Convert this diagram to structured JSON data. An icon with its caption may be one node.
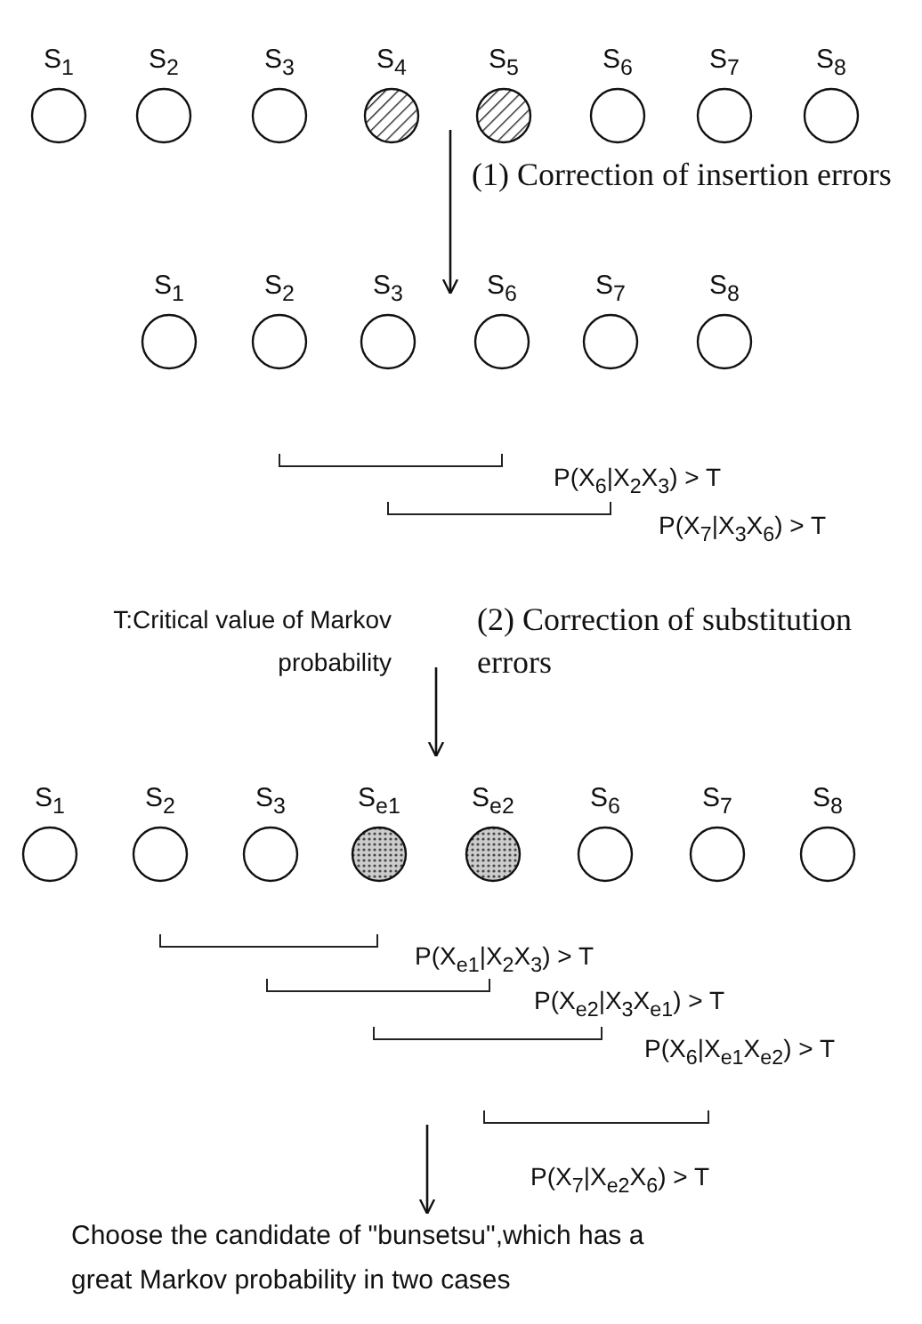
{
  "diagram": {
    "nodes": [
      {
        "text": [
          "S$_{1}$"
        ]
      },
      {
        "text": [
          "S$_{2}$"
        ]
      },
      {
        "text": [
          "S$_{3}$"
        ]
      },
      {
        "text": [
          "S$_{4}$"
        ]
      },
      {
        "text": [
          "S$_{5}$"
        ]
      },
      {
        "text": [
          "S$_{6}$"
        ]
      },
      {
        "text": [
          "S$_{7}$"
        ]
      },
      {
        "text": [
          "S$_{8}$"
        ]
      },
      {
        "text": [
          "S$_{1}$"
        ]
      },
      {
        "text": [
          "S$_{2}$"
        ]
      },
      {
        "text": [
          "S$_{3}$"
        ]
      },
      {
        "text": [
          "S$_{6}$"
        ]
      },
      {
        "text": [
          "S$_{7}$"
        ]
      },
      {
        "text": [
          "S$_{8}$"
        ]
      },
      {
        "text": [
          "S$_{1}$"
        ]
      },
      {
        "text": [
          "S$_{2}$"
        ]
      },
      {
        "text": [
          "S$_{3}$"
        ]
      },
      {
        "text": [
          "S$_{e1}$"
        ]
      },
      {
        "text": [
          "S$_{e2}$"
        ]
      },
      {
        "text": [
          "S$_{6}$"
        ]
      },
      {
        "text": [
          "S$_{7}$"
        ]
      },
      {
        "text": [
          "S$_{8}$"
        ]
      },
      {
        "text": [
          "Choose the candidate of \"bunsetsu\",which has a great Markov probability in two cases"
        ]
      }
    ],
    "edges": [
      {
        "from": null,
        "to": 22,
        "arrow": "to"
      }
    ],
    "labels": [
      "(1) Correction of insertion errors",
      "P(X$_{6}$|X$_{2}$X$_{3}$) > T",
      "P(X$_{7}$|X$_{3}$X$_{6}$) > T",
      "T:Critical value of Markov probability",
      "(2) Correction of substitution errors",
      "P(X$_{e1}$|X$_{2}$X$_{3}$) > T",
      "P(X$_{e2}$|X$_{3}$X$_{e1}$) > T",
      "P(X$_{6}$|X$_{e1}$X$_{e2}$) > T",
      "P(X$_{7}$|X$_{e2}$X$_{6}$) > T"
    ]
  }
}
